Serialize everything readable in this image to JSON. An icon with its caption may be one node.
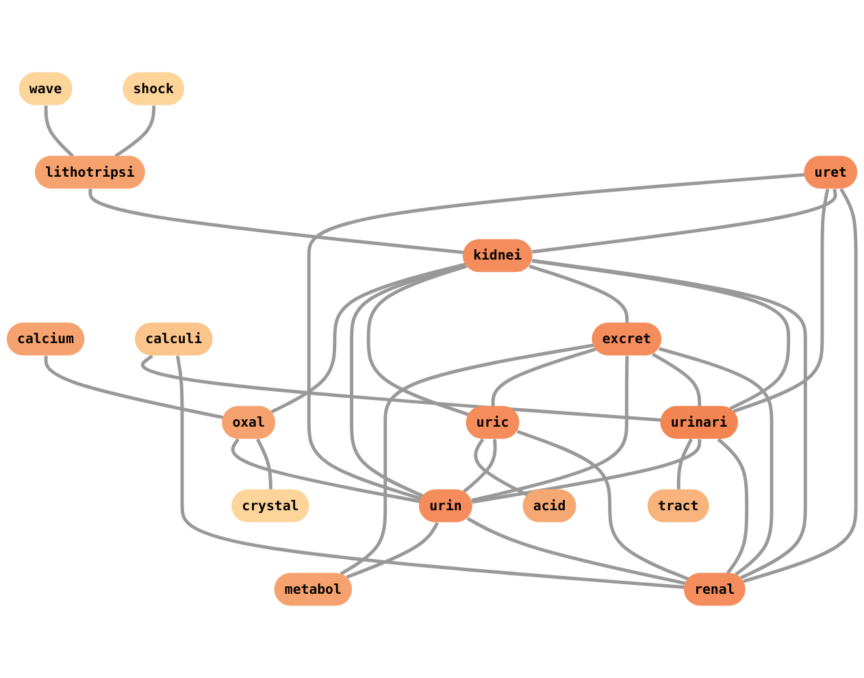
{
  "diagram": {
    "nodes": [
      {
        "text": [
          "shock"
        ]
      },
      {
        "text": [
          "wave"
        ]
      },
      {
        "text": [
          "lithotripsi"
        ]
      },
      {
        "text": [
          "renal"
        ]
      },
      {
        "text": [
          "kidnei"
        ]
      },
      {
        "text": [
          "uret"
        ]
      },
      {
        "text": [
          "calcium"
        ]
      },
      {
        "text": [
          "calculi"
        ]
      },
      {
        "text": [
          "oxal"
        ]
      },
      {
        "text": [
          "excret"
        ]
      },
      {
        "text": [
          "urinari"
        ]
      },
      {
        "text": [
          "urin"
        ]
      },
      {
        "text": [
          "crystal"
        ]
      },
      {
        "text": [
          "tract"
        ]
      },
      {
        "text": [
          "metabol"
        ]
      },
      {
        "text": [
          "uric"
        ]
      },
      {
        "text": [
          "acid"
        ]
      }
    ],
    "edges": [
      {
        "from": 0,
        "to": 2,
        "arrow": "none"
      },
      {
        "from": 1,
        "to": 2,
        "arrow": "none"
      },
      {
        "from": 2,
        "to": 4,
        "arrow": "none"
      },
      {
        "from": 3,
        "to": 4,
        "arrow": "none"
      },
      {
        "from": 3,
        "to": 5,
        "arrow": "none"
      },
      {
        "from": 5,
        "to": 4,
        "arrow": "none"
      },
      {
        "from": 3,
        "to": 7,
        "arrow": "none"
      },
      {
        "from": 3,
        "to": 10,
        "arrow": "none"
      },
      {
        "from": 3,
        "to": 9,
        "arrow": "none"
      },
      {
        "from": 3,
        "to": 15,
        "arrow": "none"
      },
      {
        "from": 3,
        "to": 11,
        "arrow": "none"
      },
      {
        "from": 4,
        "to": 10,
        "arrow": "none"
      },
      {
        "from": 4,
        "to": 9,
        "arrow": "none"
      },
      {
        "from": 4,
        "to": 15,
        "arrow": "none"
      },
      {
        "from": 4,
        "to": 11,
        "arrow": "none"
      },
      {
        "from": 4,
        "to": 8,
        "arrow": "none"
      },
      {
        "from": 5,
        "to": 10,
        "arrow": "none"
      },
      {
        "from": 5,
        "to": 11,
        "arrow": "none"
      },
      {
        "from": 6,
        "to": 8,
        "arrow": "none"
      },
      {
        "from": 8,
        "to": 12,
        "arrow": "none"
      },
      {
        "from": 8,
        "to": 11,
        "arrow": "none"
      },
      {
        "from": 7,
        "to": 10,
        "arrow": "none"
      },
      {
        "from": 9,
        "to": 10,
        "arrow": "none"
      },
      {
        "from": 9,
        "to": 11,
        "arrow": "none"
      },
      {
        "from": 9,
        "to": 15,
        "arrow": "none"
      },
      {
        "from": 9,
        "to": 14,
        "arrow": "none"
      },
      {
        "from": 10,
        "to": 11,
        "arrow": "none"
      },
      {
        "from": 10,
        "to": 13,
        "arrow": "none"
      },
      {
        "from": 15,
        "to": 11,
        "arrow": "none"
      },
      {
        "from": 11,
        "to": 14,
        "arrow": "none"
      },
      {
        "from": 15,
        "to": 16,
        "arrow": "none"
      }
    ]
  }
}
